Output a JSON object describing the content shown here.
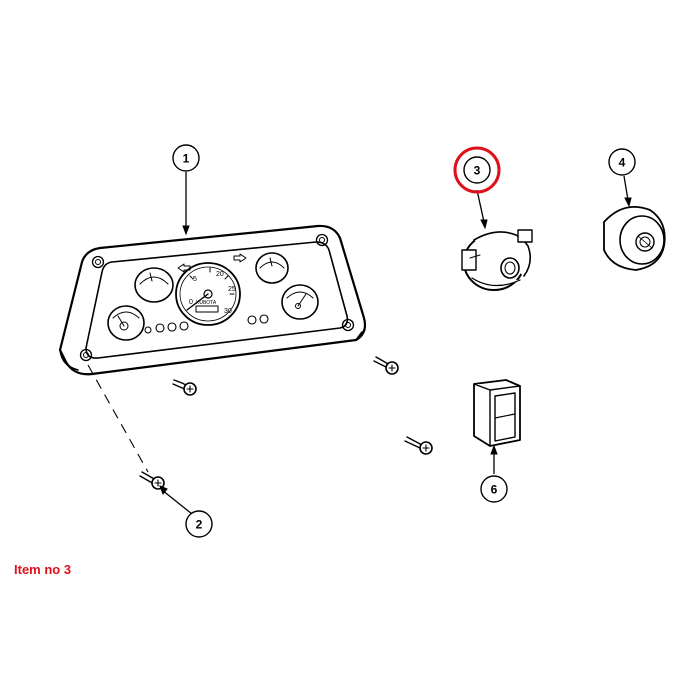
{
  "caption": {
    "text": "Item no 3"
  },
  "colors": {
    "highlight": "#e0101a",
    "line": "#000000",
    "background": "#ffffff"
  },
  "callouts": [
    {
      "id": "1",
      "label": "1",
      "part": "instrument-cluster"
    },
    {
      "id": "2",
      "label": "2",
      "part": "screw"
    },
    {
      "id": "3",
      "label": "3",
      "part": "ignition-switch",
      "highlighted": true
    },
    {
      "id": "4",
      "label": "4",
      "part": "push-switch"
    },
    {
      "id": "6",
      "label": "6",
      "part": "rocker-switch"
    }
  ],
  "gauges": {
    "speedo_ticks": [
      "20",
      "25",
      "30",
      "0",
      "5"
    ],
    "speedo_brand": "KUBOTA"
  }
}
